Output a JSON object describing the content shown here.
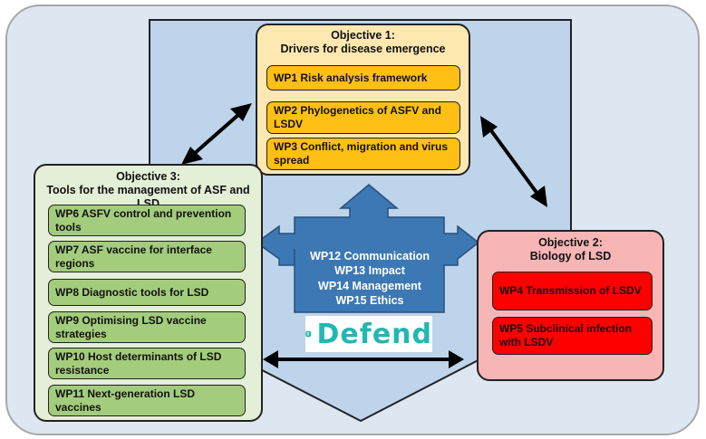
{
  "objective1": {
    "title_line1": "Objective 1:",
    "title_line2": "Drivers for disease emergence",
    "wps": [
      "WP1  Risk analysis  framework",
      "WP2  Phylogenetics of ASFV and LSDV",
      "WP3  Conflict, migration and virus spread"
    ]
  },
  "objective2": {
    "title_line1": "Objective 2:",
    "title_line2": "Biology of LSD",
    "wps": [
      "WP4  Transmission  of LSDV",
      "WP5  Subclinical  infection with LSDV"
    ]
  },
  "objective3": {
    "title_line1": "Objective 3:",
    "title_line2": "Tools for the management of ASF and LSD",
    "wps": [
      "WP6  ASFV control and prevention tools",
      "WP7  ASF vaccine for interface regions",
      "WP8  Diagnostic tools for LSD",
      "WP9  Optimising LSD vaccine strategies",
      "WP10  Host determinants of LSD resistance",
      "WP11  Next-generation LSD vaccines"
    ]
  },
  "center": [
    "WP12  Communication",
    "WP13  Impact",
    "WP14  Management",
    "WP15  Ethics"
  ],
  "logo": {
    "text": "Defend",
    "color": "#23b7b2"
  },
  "colors": {
    "obj1_fill": "#fde8b2",
    "obj1_wp": "#ffbf14",
    "obj2_fill": "#f8b5b6",
    "obj2_wp": "#ff0000",
    "obj3_fill": "#e3efd6",
    "obj3_wp": "#a3cc7c",
    "arrows": "#3c78b4",
    "shield": "#bed4ea"
  }
}
